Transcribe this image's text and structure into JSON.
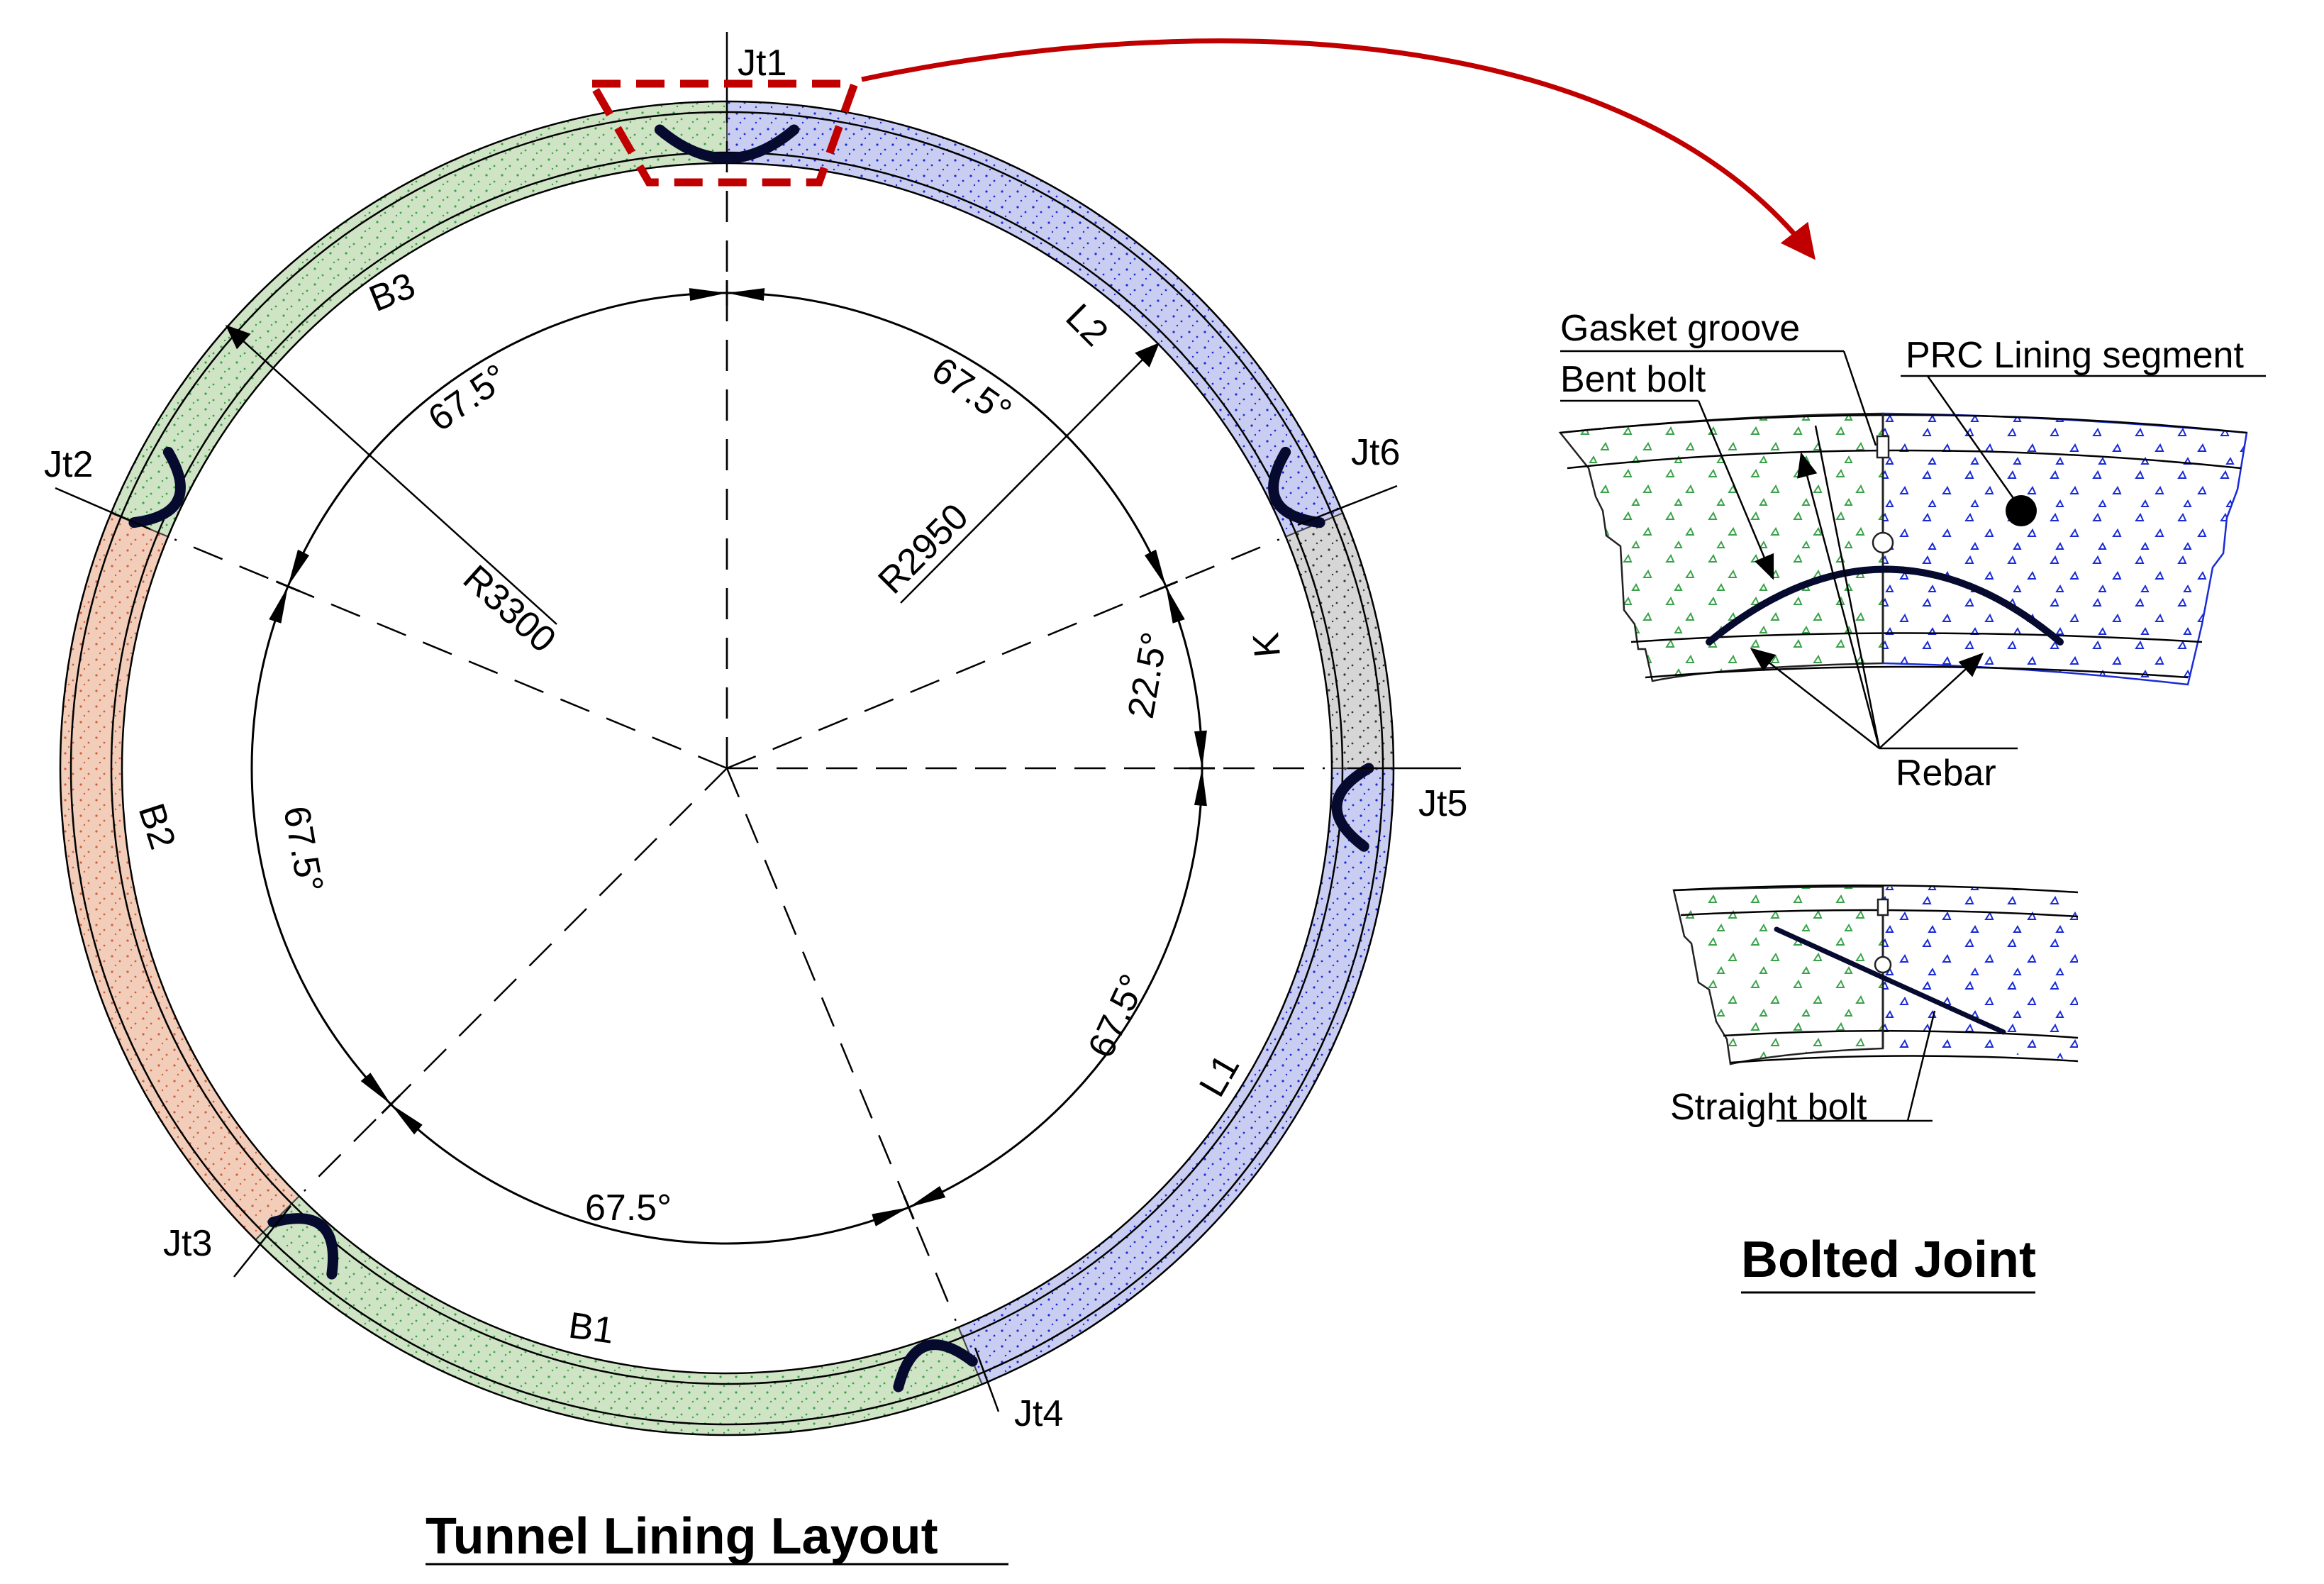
{
  "layout": {
    "title": "Tunnel Lining Layout",
    "joints": [
      "Jt1",
      "Jt2",
      "Jt3",
      "Jt4",
      "Jt5",
      "Jt6"
    ],
    "segments": [
      {
        "label": "B3",
        "color": "#cfe3c5"
      },
      {
        "label": "L2",
        "color": "#c9cdf2"
      },
      {
        "label": "K",
        "color": "#d6d6d6"
      },
      {
        "label": "L1",
        "color": "#c9cdf2"
      },
      {
        "label": "B1",
        "color": "#cfe3c5"
      },
      {
        "label": "B2",
        "color": "#f2cdb9"
      }
    ],
    "angles": [
      "67.5°",
      "67.5°",
      "22.5°",
      "67.5°",
      "67.5°",
      "67.5°"
    ],
    "radii": [
      "R3300",
      "R2950"
    ]
  },
  "detail": {
    "title": "Bolted Joint",
    "labels": {
      "gasket": "Gasket groove",
      "bent_bolt": "Bent bolt",
      "prc": "PRC Lining segment",
      "rebar": "Rebar",
      "straight_bolt": "Straight bolt"
    }
  },
  "colors": {
    "callout": "#c00000",
    "green_dots": "#3aa34a",
    "blue_dots": "#1a2bd6",
    "orange_dots": "#d0603a",
    "bolt": "#050a2e"
  }
}
